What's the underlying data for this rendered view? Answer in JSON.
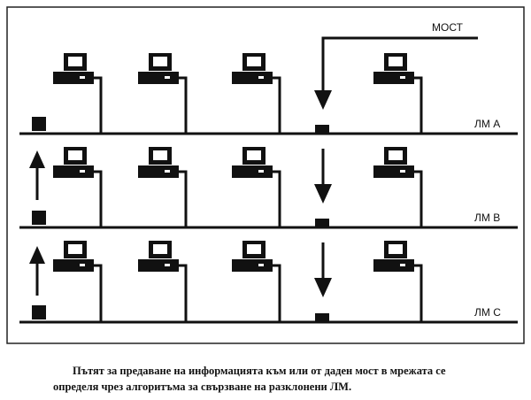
{
  "labels": {
    "bridge": "МОСТ",
    "lan_a": "ЛМ А",
    "lan_b": "ЛМ В",
    "lan_c": "ЛМ С"
  },
  "caption": {
    "line1": "Пътят за предаване на информацията към или от даден мост в мрежата се",
    "line2": "определя чрез алгоритъма за свързване на разклонени ЛМ."
  },
  "colors": {
    "ink": "#111111",
    "panel_border": "#222222",
    "background": "#ffffff"
  }
}
